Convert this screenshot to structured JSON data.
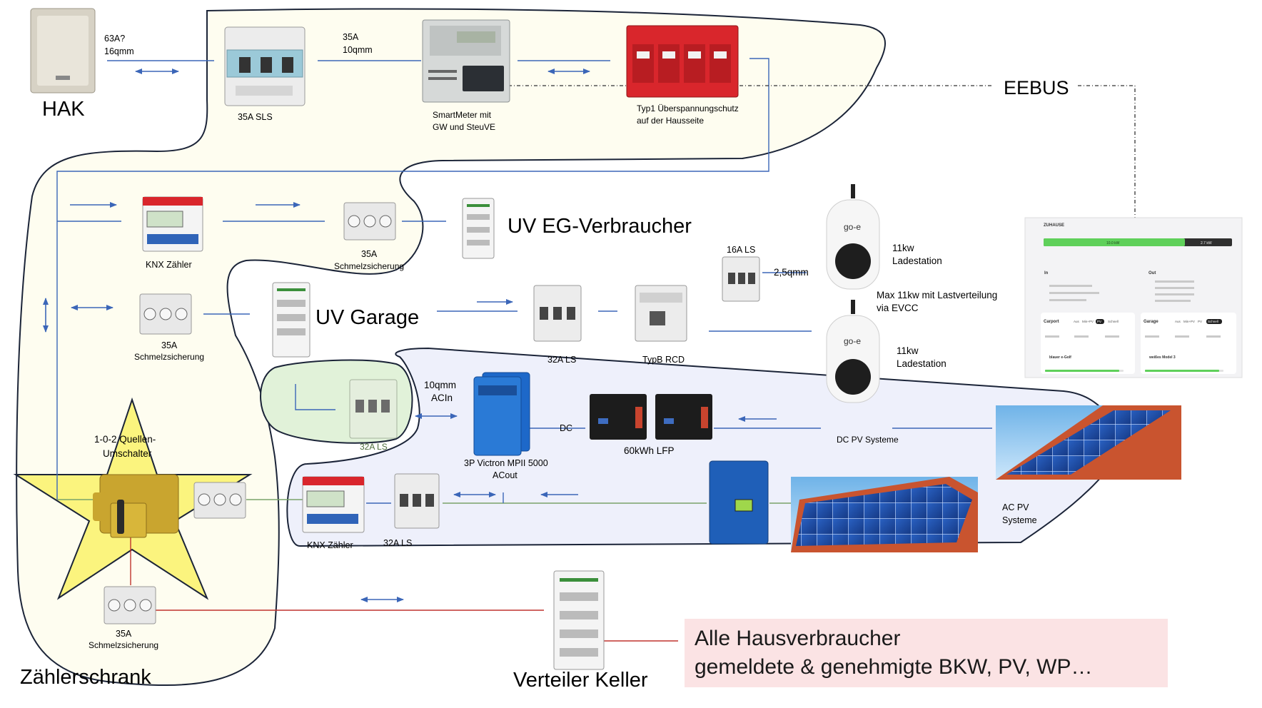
{
  "colors": {
    "yellow_zone": "#fefdf0",
    "blue_zone": "#eef0fb",
    "green_zone": "#e1f2d9",
    "star": "#fbf47e",
    "pv_panel": "#1f4fa8",
    "roof": "#c9542f",
    "breaker_red": "#d9262c",
    "line_blue": "#3b66b8",
    "line_red": "#c0332e",
    "line_green": "#7aa36a",
    "note_bg": "#fbe3e4"
  },
  "labels": {
    "hak": "HAK",
    "hak_cable_1": "63A?",
    "hak_cable_2": "16qmm",
    "sls": "35A SLS",
    "cable_35a_1": "35A",
    "cable_35a_2": "10qmm",
    "smartmeter_1": "SmartMeter mit",
    "smartmeter_2": "GW und SteuVE",
    "surge_1": "Typ1 Überspannungschutz",
    "surge_2": "auf der Hausseite",
    "eebus": "EEBUS",
    "knx_top": "KNX Zähler",
    "fuse_top_1": "35A",
    "fuse_top_2": "Schmelzsicherung",
    "uv_eg": "UV EG-Verbraucher",
    "uv_garage": "UV Garage",
    "fuse_mid_1": "35A",
    "fuse_mid_2": "Schmelzsicherung",
    "ls_32a": "32A LS",
    "rcd": "TypB RCD",
    "ls_16a": "16A LS",
    "cable_25": "2,5qmm",
    "wallbox1_1": "11kw",
    "wallbox1_2": "Ladestation",
    "evcc_1": "Max 11kw mit Lastverteilung",
    "evcc_2": "via EVCC",
    "wallbox2_1": "11kw",
    "wallbox2_2": "Ladestation",
    "acin_1": "10qmm",
    "acin_2": "ACIn",
    "ls_32a_green": "32A LS",
    "victron_1": "3P Victron MPII 5000",
    "victron_2": "ACout",
    "dc": "DC",
    "battery": "60kWh LFP",
    "dc_pv": "DC PV Systeme",
    "switch_1": "1-0-2 Quellen-",
    "switch_2": "Umschalter",
    "knx_bottom": "KNX Zähler",
    "ls_32a_bottom": "32A LS",
    "ac_pv_1": "AC PV",
    "ac_pv_2": "Systeme",
    "fuse_bottom_1": "35A",
    "fuse_bottom_2": "Schmelzsicherung",
    "zaehlerschrank": "Zählerschrank",
    "verteiler_keller": "Verteiler Keller",
    "note_1": "Alle Hausverbraucher",
    "note_2": "gemeldete & genehmigte BKW, PV,  WP…"
  },
  "wallbox_brand": "go-e",
  "app": {
    "title": "ZUHAUSE",
    "power_left": "10.0 kW",
    "power_right": "2.7 kW",
    "in_label": "In",
    "out_label": "Out",
    "mode_options": [
      "Aus",
      "Min+PV",
      "PV",
      "Schnell"
    ],
    "card1_title": "Carport",
    "card2_title": "Garage",
    "card1_car": "blauer e-Golf",
    "card2_car": "weißes Model 3"
  }
}
